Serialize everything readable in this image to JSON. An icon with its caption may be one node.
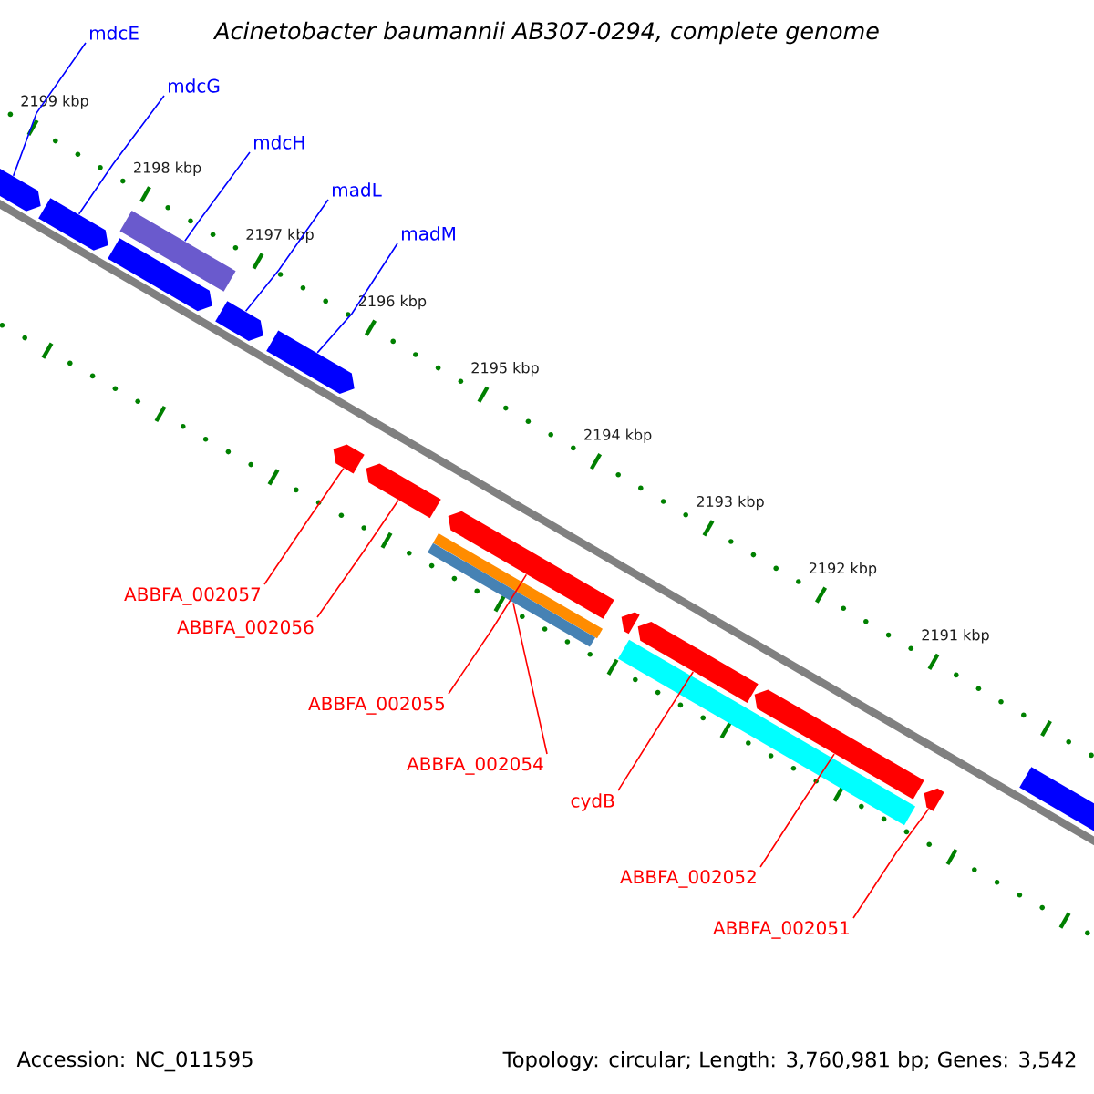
{
  "diagram": {
    "title": "Acinetobacter baumannii AB307-0294, complete genome",
    "nodes": [
      {
        "text": [
          "mdcE"
        ]
      },
      {
        "text": [
          "mdcG"
        ]
      },
      {
        "text": [
          "mdcH"
        ]
      },
      {
        "text": [
          "madL"
        ]
      },
      {
        "text": [
          "madM"
        ]
      },
      {
        "text": [
          "ABBFA_002057"
        ]
      },
      {
        "text": [
          "ABBFA_002056"
        ]
      },
      {
        "text": [
          "ABBFA_002055"
        ]
      },
      {
        "text": [
          "ABBFA_002054"
        ]
      },
      {
        "text": [
          "cydB"
        ]
      },
      {
        "text": [
          "ABBFA_002052"
        ]
      },
      {
        "text": [
          "ABBFA_002051"
        ]
      },
      {
        "text": [],
        "shape": "arrow"
      },
      {
        "text": [],
        "shape": "arrow"
      },
      {
        "text": [],
        "shape": "arrow"
      },
      {
        "text": [],
        "shape": "arrow"
      },
      {
        "text": [],
        "shape": "arrow"
      },
      {
        "text": [],
        "shape": "bar"
      },
      {
        "text": [],
        "shape": "arrow"
      },
      {
        "text": [],
        "shape": "arrow"
      },
      {
        "text": [],
        "shape": "arrow"
      },
      {
        "text": [],
        "shape": "bar"
      },
      {
        "text": [],
        "shape": "bar"
      },
      {
        "text": [],
        "shape": "arrow"
      },
      {
        "text": [],
        "shape": "arrow"
      },
      {
        "text": [],
        "shape": "arrow"
      },
      {
        "text": [],
        "shape": "arrow"
      },
      {
        "text": [],
        "shape": "bar"
      },
      {
        "text": [],
        "shape": "arrow"
      }
    ],
    "edges": [
      {
        "from": 0,
        "to": 12,
        "arrow": "none",
        "color": "#0000ff"
      },
      {
        "from": 1,
        "to": 13,
        "arrow": "none",
        "color": "#0000ff"
      },
      {
        "from": 2,
        "to": 17,
        "arrow": "none",
        "color": "#0000ff"
      },
      {
        "from": 3,
        "to": 15,
        "arrow": "none",
        "color": "#0000ff"
      },
      {
        "from": 4,
        "to": 16,
        "arrow": "none",
        "color": "#0000ff"
      },
      {
        "from": 5,
        "to": 18,
        "arrow": "none"
      },
      {
        "from": 6,
        "to": 19,
        "arrow": "none"
      },
      {
        "from": 7,
        "to": 20,
        "arrow": "none"
      },
      {
        "from": 8,
        "to": 22,
        "arrow": "none"
      },
      {
        "from": 9,
        "to": 24,
        "arrow": "none"
      },
      {
        "from": 10,
        "to": 25,
        "arrow": "none"
      },
      {
        "from": 11,
        "to": 26,
        "arrow": "none"
      }
    ],
    "labels": [
      "2199 kbp",
      "2198 kbp",
      "2197 kbp",
      "2196 kbp",
      "2195 kbp",
      "2194 kbp",
      "2193 kbp",
      "2192 kbp",
      "2191 kbp",
      "Accession: NC_011595",
      "Topology: circular; Length: 3,760,981 bp; Genes: 3,542"
    ]
  }
}
